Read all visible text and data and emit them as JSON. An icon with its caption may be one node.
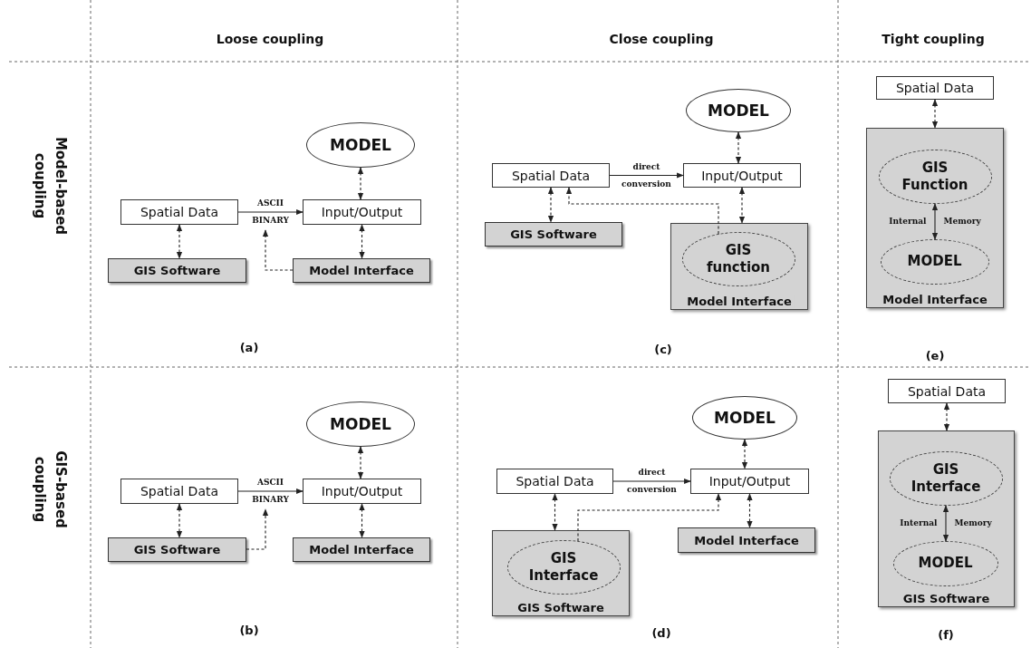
{
  "diagram": {
    "nodes": [
      {
        "text": [
          "MODEL"
        ]
      },
      {
        "text": [
          "Spatial Data"
        ]
      },
      {
        "text": [
          "Input/Output"
        ]
      },
      {
        "text": [
          "GIS Software"
        ]
      },
      {
        "text": [
          "Model Interface"
        ]
      },
      {
        "text": [
          "MODEL"
        ]
      },
      {
        "text": [
          "Spatial Data"
        ]
      },
      {
        "text": [
          "Input/Output"
        ]
      },
      {
        "text": [
          "GIS Software"
        ]
      },
      {
        "text": [
          "Model Interface"
        ]
      },
      {
        "text": [
          "GIS function"
        ],
        "in": 9
      },
      {
        "text": [
          "Spatial Data"
        ]
      },
      {
        "text": [
          "Model Interface"
        ]
      },
      {
        "text": [
          "GIS Function"
        ],
        "in": 12
      },
      {
        "text": [
          "MODEL"
        ],
        "in": 12
      },
      {
        "text": [
          "MODEL"
        ]
      },
      {
        "text": [
          "Spatial Data"
        ]
      },
      {
        "text": [
          "Input/Output"
        ]
      },
      {
        "text": [
          "GIS Software"
        ]
      },
      {
        "text": [
          "Model Interface"
        ]
      },
      {
        "text": [
          "MODEL"
        ]
      },
      {
        "text": [
          "Spatial Data"
        ]
      },
      {
        "text": [
          "Input/Output"
        ]
      },
      {
        "text": [
          "GIS Software"
        ]
      },
      {
        "text": [
          "GIS Interface"
        ],
        "in": 23
      },
      {
        "text": [
          "Model Interface"
        ]
      },
      {
        "text": [
          "Spatial Data"
        ]
      },
      {
        "text": [
          "GIS Software"
        ]
      },
      {
        "text": [
          "GIS Interface"
        ],
        "in": 27
      },
      {
        "text": [
          "MODEL"
        ],
        "in": 27
      }
    ],
    "edges": [
      {
        "from": 1,
        "to": 2,
        "arrow": "to",
        "label": "ASCII BINARY"
      },
      {
        "from": 0,
        "to": 2,
        "arrow": "both",
        "style": "dashed"
      },
      {
        "from": 1,
        "to": 3,
        "arrow": "both",
        "style": "dashed"
      },
      {
        "from": 2,
        "to": 4,
        "arrow": "both",
        "style": "dashed"
      },
      {
        "from": 4,
        "to": null,
        "arrow": "to",
        "style": "dashed"
      },
      {
        "from": 6,
        "to": 7,
        "arrow": "to",
        "label": "direct conversion"
      },
      {
        "from": 5,
        "to": 7,
        "arrow": "both",
        "style": "dashed"
      },
      {
        "from": 6,
        "to": 8,
        "arrow": "both",
        "style": "dashed"
      },
      {
        "from": 7,
        "to": 9,
        "arrow": "both",
        "style": "dashed"
      },
      {
        "from": 10,
        "to": 6,
        "arrow": "to",
        "style": "dashed"
      },
      {
        "from": 11,
        "to": 12,
        "arrow": "both",
        "style": "dashed"
      },
      {
        "from": 13,
        "to": 14,
        "arrow": "both",
        "label": "Internal Memory"
      },
      {
        "from": 16,
        "to": 17,
        "arrow": "to",
        "label": "ASCII BINARY"
      },
      {
        "from": 15,
        "to": 17,
        "arrow": "both",
        "style": "dashed"
      },
      {
        "from": 16,
        "to": 18,
        "arrow": "both",
        "style": "dashed"
      },
      {
        "from": 17,
        "to": 19,
        "arrow": "both",
        "style": "dashed"
      },
      {
        "from": 18,
        "to": null,
        "arrow": "to",
        "style": "dashed"
      },
      {
        "from": 21,
        "to": 22,
        "arrow": "to",
        "label": "direct conversion"
      },
      {
        "from": 20,
        "to": 22,
        "arrow": "both",
        "style": "dashed"
      },
      {
        "from": 21,
        "to": 23,
        "arrow": "both",
        "style": "dashed"
      },
      {
        "from": 22,
        "to": 25,
        "arrow": "both",
        "style": "dashed"
      },
      {
        "from": 24,
        "to": 22,
        "arrow": "to",
        "style": "dashed"
      },
      {
        "from": 26,
        "to": 27,
        "arrow": "both",
        "style": "dashed"
      },
      {
        "from": 28,
        "to": 29,
        "arrow": "both",
        "label": "Internal Memory"
      }
    ],
    "labels": [
      "Loose coupling",
      "Close coupling",
      "Tight coupling",
      "Model-based coupling",
      "(a)",
      "(c)",
      "(e)",
      "GIS-based coupling",
      "(b)",
      "(d)",
      "(f)"
    ]
  }
}
